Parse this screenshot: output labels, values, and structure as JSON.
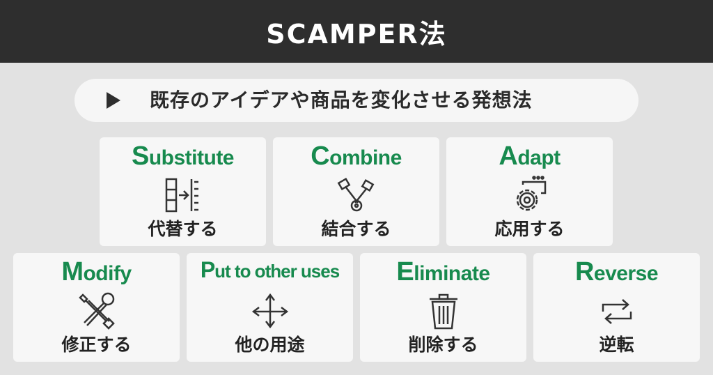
{
  "header": {
    "title": "SCAMPER法"
  },
  "subtitle": {
    "text": "既存のアイデアや商品を変化させる発想法"
  },
  "colors": {
    "header_bg": "#2e2e2e",
    "accent_green": "#178a4e",
    "background": "#e2e2e2",
    "card_bg": "#f7f7f7"
  },
  "cards": [
    {
      "title_first": "S",
      "title_rest": "ubstitute",
      "icon": "substitute-arrow-icon",
      "label": "代替する"
    },
    {
      "title_first": "C",
      "title_rest": "ombine",
      "icon": "combine-tools-icon",
      "label": "結合する"
    },
    {
      "title_first": "A",
      "title_rest": "dapt",
      "icon": "gear-icon",
      "label": "応用する"
    },
    {
      "title_first": "M",
      "title_rest": "odify",
      "icon": "wrench-screwdriver-icon",
      "label": "修正する"
    },
    {
      "title_first": "P",
      "title_rest": "ut to other uses",
      "icon": "split-arrows-icon",
      "label": "他の用途"
    },
    {
      "title_first": "E",
      "title_rest": "liminate",
      "icon": "trash-icon",
      "label": "削除する"
    },
    {
      "title_first": "R",
      "title_rest": "everse",
      "icon": "reverse-arrows-icon",
      "label": "逆転"
    }
  ]
}
